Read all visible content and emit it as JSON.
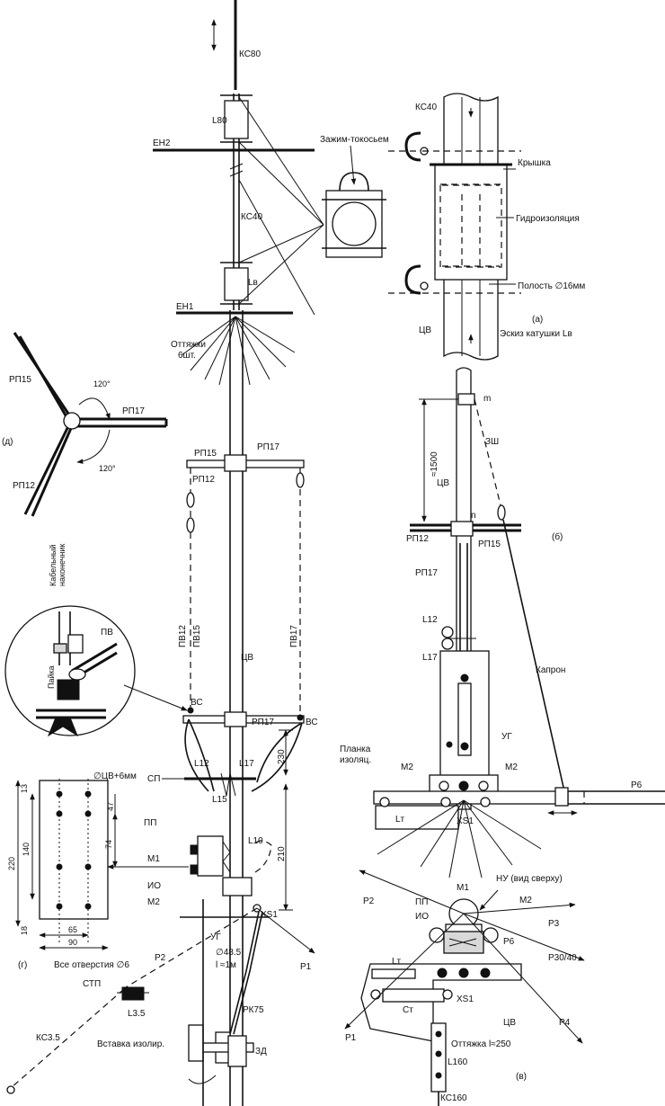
{
  "labels": {
    "ks80": "КС80",
    "l80": "L80",
    "eh2": "ЕН2",
    "ks40_main": "КС40",
    "lv": "Lв",
    "eh1": "ЕН1",
    "guys": "Оттяжки",
    "guys_count": "6шт.",
    "clamp": "Зажим-токосьем",
    "ks40_a": "КС40",
    "cover": "Крышка",
    "waterproof": "Гидроизоляция",
    "cavity": "Полость ∅16мм",
    "cv_a": "ЦВ",
    "fig_a": "(а)",
    "sketch_a": "Эскиз катушки Lв",
    "rp15_d": "РП15",
    "rp17_d": "РП17",
    "rp12_d": "РП12",
    "angle1": "120°",
    "angle2": "120°",
    "fig_d": "(д)",
    "rp15_m": "РП15",
    "rp17_m": "РП17",
    "rp12_m": "РП12",
    "pv12": "ПВ12",
    "pv15": "ПВ15",
    "pv17": "ПВ17",
    "cv_m": "ЦВ",
    "cable_lug_1": "Кабельный",
    "cable_lug_2": "наконечник",
    "pv_det": "ПВ",
    "solder": "Пайка",
    "vs_left": "ВС",
    "vs_right": "ВС",
    "rp17_low": "РП17",
    "dim_230": "230",
    "dim_210": "210",
    "l12_m": "L12",
    "l17_m": "L17",
    "l15_m": "L15",
    "sp": "СП",
    "pp_m": "ПП",
    "m1_m": "М1",
    "io_m": "ИО",
    "m2_m": "М2",
    "l10": "L10",
    "xs1_m": "XS1",
    "ug_m": "УГ",
    "d485": "∅48.5",
    "len1m": "l ≈1м",
    "p1_m": "Р1",
    "p2_m": "Р2",
    "rk75": "РК75",
    "zd": "ЗД",
    "insert_iso": "Вставка изолир.",
    "stp": "СТП",
    "l35": "L3.5",
    "ks35": "КС3.5",
    "plate_hole": "∅ЦВ+6мм",
    "d13": "13",
    "d47": "47",
    "d220": "220",
    "d140": "140",
    "d74": "74",
    "d18": "18",
    "d65": "65",
    "d90": "90",
    "fig_g": "(г)",
    "all_holes": "Все отверстия ∅6",
    "m_b": "m",
    "d1500": "≈1500",
    "zsh": "ЗШ",
    "cv_b": "ЦВ",
    "n_b": "n",
    "rp12_b": "РП12",
    "rp15_b": "РП15",
    "fig_b": "(б)",
    "rp17_b": "РП17",
    "l12_b": "L12",
    "l17_b": "L17",
    "kapron": "Капрон",
    "ug_b": "УГ",
    "plank1": "Планка",
    "plank2": "изоляц.",
    "m2_b1": "М2",
    "m2_b2": "М2",
    "lt_b": "Lт",
    "xs1_b": "XS1",
    "r6_b": "Р6",
    "m1_v": "М1",
    "nu": "НУ (вид сверху)",
    "pp_v": "ПП",
    "io_v": "ИО",
    "m2_v": "М2",
    "p2_v": "Р2",
    "p6_v": "Р6",
    "p3_v": "Р3",
    "p3040": "Р30/40",
    "lt_v": "Lт",
    "xs1_v": "XS1",
    "st_v": "Ст",
    "cv_v": "ЦВ",
    "p4_v": "Р4",
    "p1_v": "Р1",
    "guy_250": "Оттяжка l≈250",
    "l160": "L160",
    "fig_v": "(в)",
    "ks160": "КС160"
  }
}
